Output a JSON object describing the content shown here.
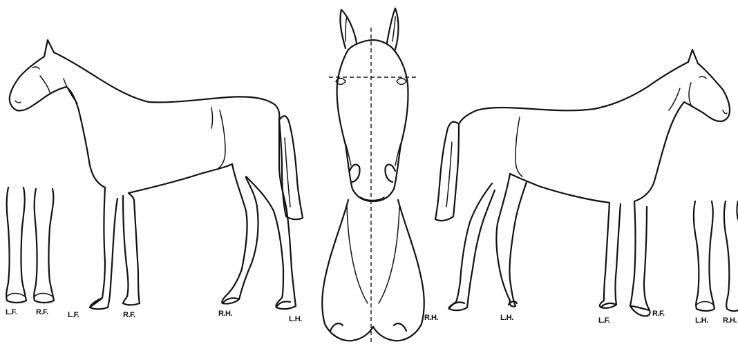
{
  "labels": {
    "legs_left_lf": "L.F.",
    "legs_left_rf": "R.F.",
    "horse_left_lf": "L.F.",
    "horse_left_rf": "R.F.",
    "horse_left_rh": "R.H.",
    "horse_left_lh": "L.H.",
    "horse_right_rh": "R.H.",
    "horse_right_lh": "L.H.",
    "horse_right_lf": "L.F.",
    "horse_right_rf": "R.F.",
    "legs_right_lh": "L.H.",
    "legs_right_rh": "R.H."
  }
}
